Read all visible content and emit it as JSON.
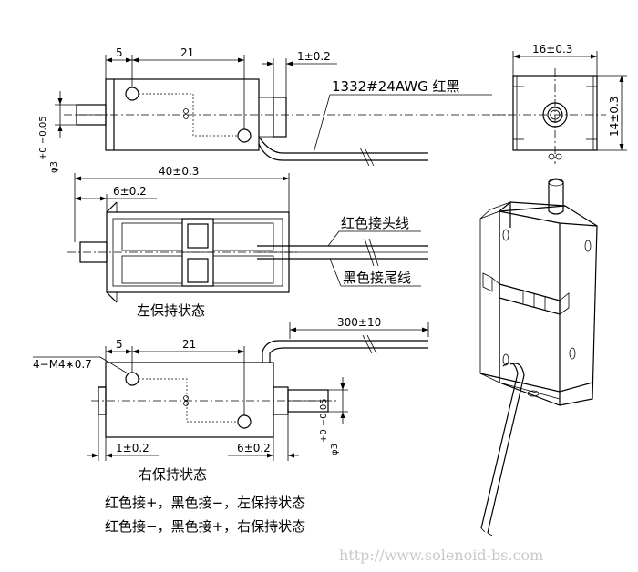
{
  "dims": {
    "top_5": "5",
    "top_21": "21",
    "top_lead": "1±0.2",
    "wire_spec": "1332#24AWG 红黑",
    "dia_top": "φ3",
    "tol_top": "+0 −0.05",
    "end_w": "16±0.3",
    "end_h": "14±0.3",
    "len_40": "40±0.3",
    "mid_6": "6±0.2",
    "bot_5": "5",
    "bot_21": "21",
    "thread": "4−M4∗0.7",
    "wire_len": "300±10",
    "bot_1": "1±0.2",
    "bot_6": "6±0.2",
    "dia_bot": "φ3",
    "tol_bot": "+0 −0.05"
  },
  "labels": {
    "red_wire": "红色接头线",
    "black_wire": "黑色接尾线",
    "left_state": "左保持状态",
    "right_state": "右保持状态",
    "note1": "红色接+，黑色接−，左保持状态",
    "note2": "红色接−，黑色接+，右保持状态",
    "url": "http://www.solenoid-bs.com"
  }
}
